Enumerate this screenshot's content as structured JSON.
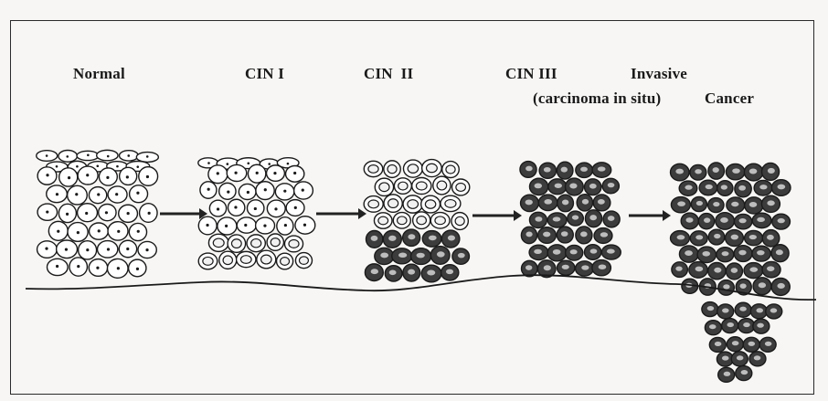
{
  "stages": [
    {
      "key": "normal",
      "label": "Normal"
    },
    {
      "key": "cin1",
      "label": "CIN I"
    },
    {
      "key": "cin2",
      "label": "CIN  II"
    },
    {
      "key": "cin3",
      "label": "CIN III"
    },
    {
      "key": "cin3_sub",
      "label": "(carcinoma in situ)"
    },
    {
      "key": "invasive",
      "label": "Invasive"
    },
    {
      "key": "cancer",
      "label": "Cancer"
    }
  ],
  "colors": {
    "ink": "#1a1a1a",
    "cell_fill": "#ffffff",
    "dysplastic_fill": "#3c3c3c",
    "background": "#f7f6f4"
  }
}
